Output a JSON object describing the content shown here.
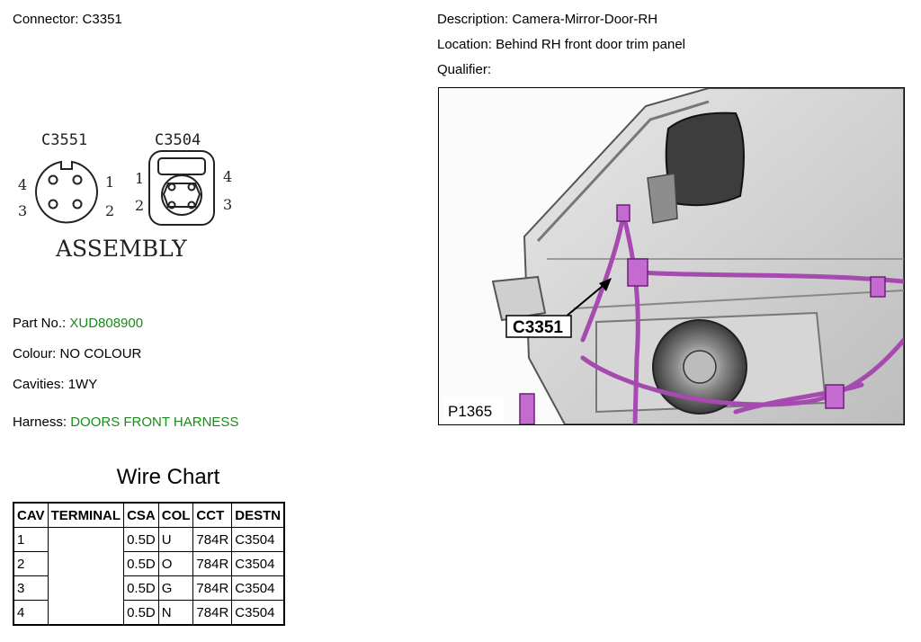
{
  "connector": {
    "label": "Connector:",
    "value": "C3351"
  },
  "description": {
    "label": "Description:",
    "value": "Camera-Mirror-Door-RH"
  },
  "location": {
    "label": "Location:",
    "value": "Behind RH front door trim panel"
  },
  "qualifier": {
    "label": "Qualifier:",
    "value": ""
  },
  "part_no": {
    "label": "Part No.:",
    "value": "XUD808900"
  },
  "colour": {
    "label": "Colour:",
    "value": "NO COLOUR"
  },
  "cavities": {
    "label": "Cavities:",
    "value": "1WY"
  },
  "harness": {
    "label": "Harness:",
    "value": "DOORS FRONT HARNESS"
  },
  "assembly": {
    "title": "ASSEMBLY",
    "left_connector": "C3551",
    "right_connector": "C3504",
    "left_pins": {
      "p1": "1",
      "p2": "2",
      "p3": "3",
      "p4": "4"
    },
    "right_pins": {
      "p1": "1",
      "p2": "2",
      "p3": "3",
      "p4": "4"
    }
  },
  "photo": {
    "callout": "C3351",
    "code": "P1365"
  },
  "wire_chart": {
    "title": "Wire Chart",
    "headers": [
      "CAV",
      "TERMINAL",
      "CSA",
      "COL",
      "CCT",
      "DESTN"
    ],
    "rows": [
      {
        "cav": "1",
        "csa": "0.5D",
        "col": "U",
        "cct": "784R",
        "destn": "C3504"
      },
      {
        "cav": "2",
        "csa": "0.5D",
        "col": "O",
        "cct": "784R",
        "destn": "C3504"
      },
      {
        "cav": "3",
        "csa": "0.5D",
        "col": "G",
        "cct": "784R",
        "destn": "C3504"
      },
      {
        "cav": "4",
        "csa": "0.5D",
        "col": "N",
        "cct": "784R",
        "destn": "C3504"
      }
    ]
  },
  "colors": {
    "link_green": "#1a8a1a",
    "harness_purple": "#a64ab0"
  }
}
